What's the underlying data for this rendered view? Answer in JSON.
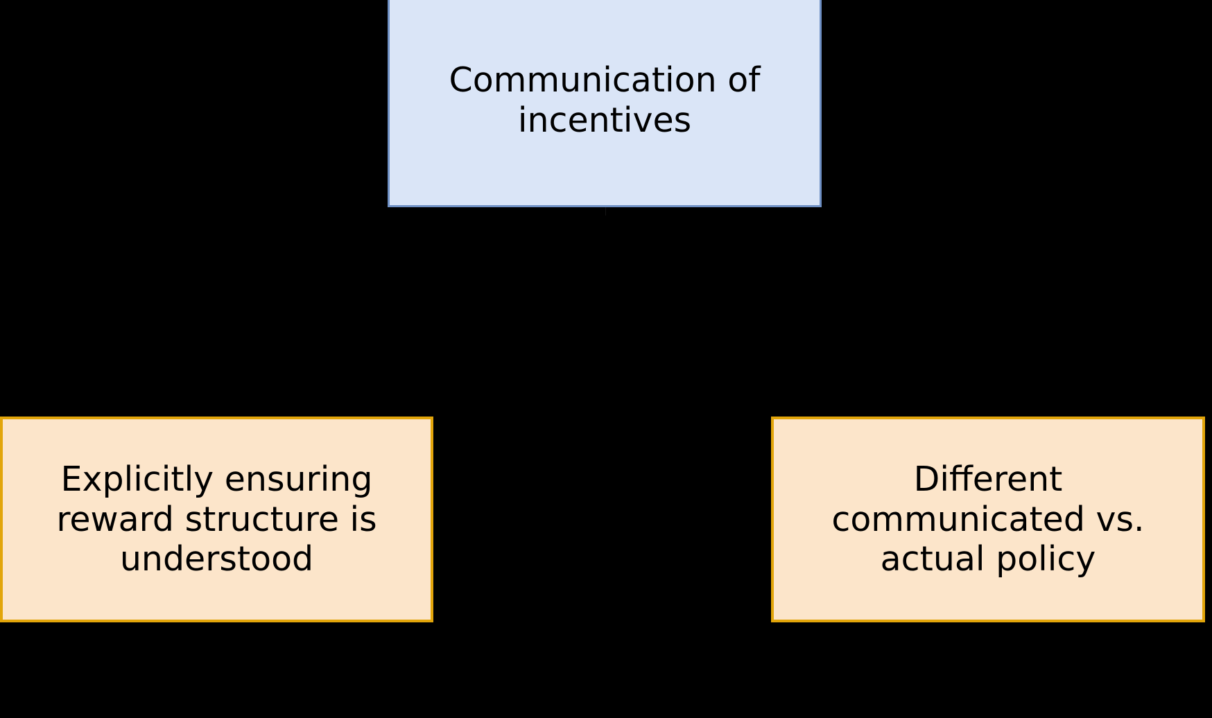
{
  "diagram": {
    "type": "tree",
    "orientation": "top-down",
    "background_color": "#000000",
    "text_color": "#000000",
    "nodes": [
      {
        "id": "root",
        "role": "parent",
        "label": "Communication of\nincentives",
        "fill_color": "#dae5f7",
        "border_color": "#6f90c4"
      },
      {
        "id": "leaf-left",
        "role": "child",
        "label": "Explicitly ensuring\nreward structure is\nunderstood",
        "fill_color": "#fce5ca",
        "border_color": "#e2a50a"
      },
      {
        "id": "leaf-right",
        "role": "child",
        "label": "Different\ncommunicated vs.\nactual policy",
        "fill_color": "#fce5ca",
        "border_color": "#e2a50a"
      }
    ],
    "edges": [
      {
        "from": "root",
        "to": "leaf-left",
        "color": "#000000"
      },
      {
        "from": "root",
        "to": "leaf-right",
        "color": "#000000"
      }
    ]
  }
}
